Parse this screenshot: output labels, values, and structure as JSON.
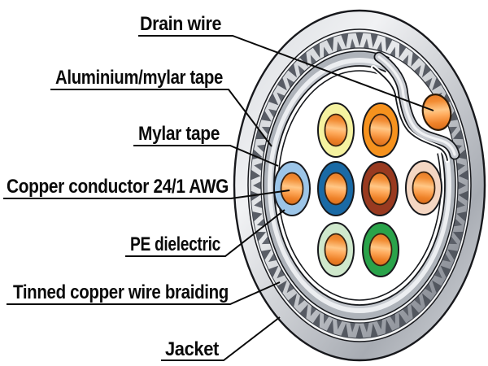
{
  "labels": [
    {
      "id": "drain-wire",
      "text": "Drain wire"
    },
    {
      "id": "aluminium-mylar-tape",
      "text": "Aluminium/mylar tape"
    },
    {
      "id": "mylar-tape",
      "text": "Mylar tape"
    },
    {
      "id": "copper-conductor",
      "text": "Copper conductor 24/1 AWG"
    },
    {
      "id": "pe-dielectric",
      "text": "PE dielectric"
    },
    {
      "id": "tinned-copper-wire-braiding",
      "text": "Tinned copper wire braiding"
    },
    {
      "id": "jacket",
      "text": "Jacket"
    }
  ],
  "wires": [
    {
      "name": "yellow-wire",
      "color": "#f5f2a0"
    },
    {
      "name": "orange-wire",
      "color": "#f6921e"
    },
    {
      "name": "light-blue-wire",
      "color": "#9cc5e8"
    },
    {
      "name": "blue-wire",
      "color": "#1a6aa5"
    },
    {
      "name": "brown-wire",
      "color": "#993a20"
    },
    {
      "name": "pink-wire",
      "color": "#f4d6c2"
    },
    {
      "name": "light-green-wire",
      "color": "#cfe8cc"
    },
    {
      "name": "green-wire",
      "color": "#2aa34a"
    }
  ],
  "drain_wire": {
    "color": "#f28c33"
  },
  "colors": {
    "background": "#ffffff",
    "outline": "#17181c",
    "label_text": "#0a0a0a",
    "leader_line": "#0a0a0a",
    "jacket_light": "#f1f2f4",
    "jacket_mid": "#d7dade",
    "jacket_dark": "#a8acb3",
    "braid_light": "#e8eaec",
    "braid_mid": "#c9ccd1",
    "braid_dark": "#8e929a",
    "braid_teeth_in": "#565a63",
    "braid_teeth_out": "#4d515a",
    "gap_white": "#f4f5f6",
    "tape_outer": "#aeb3ba",
    "tape_bright": "#eceef1",
    "tape_inner": "#c4c8ce",
    "band_silver": "#c9ccd2",
    "band_highlight": "#f1f2f4",
    "copper_dark": "#d96a1a",
    "copper_mid": "#f28c33",
    "copper_highlight": "#ffc786",
    "copper_shadow": "#c3590f",
    "copper_edge": "#3a2310"
  }
}
